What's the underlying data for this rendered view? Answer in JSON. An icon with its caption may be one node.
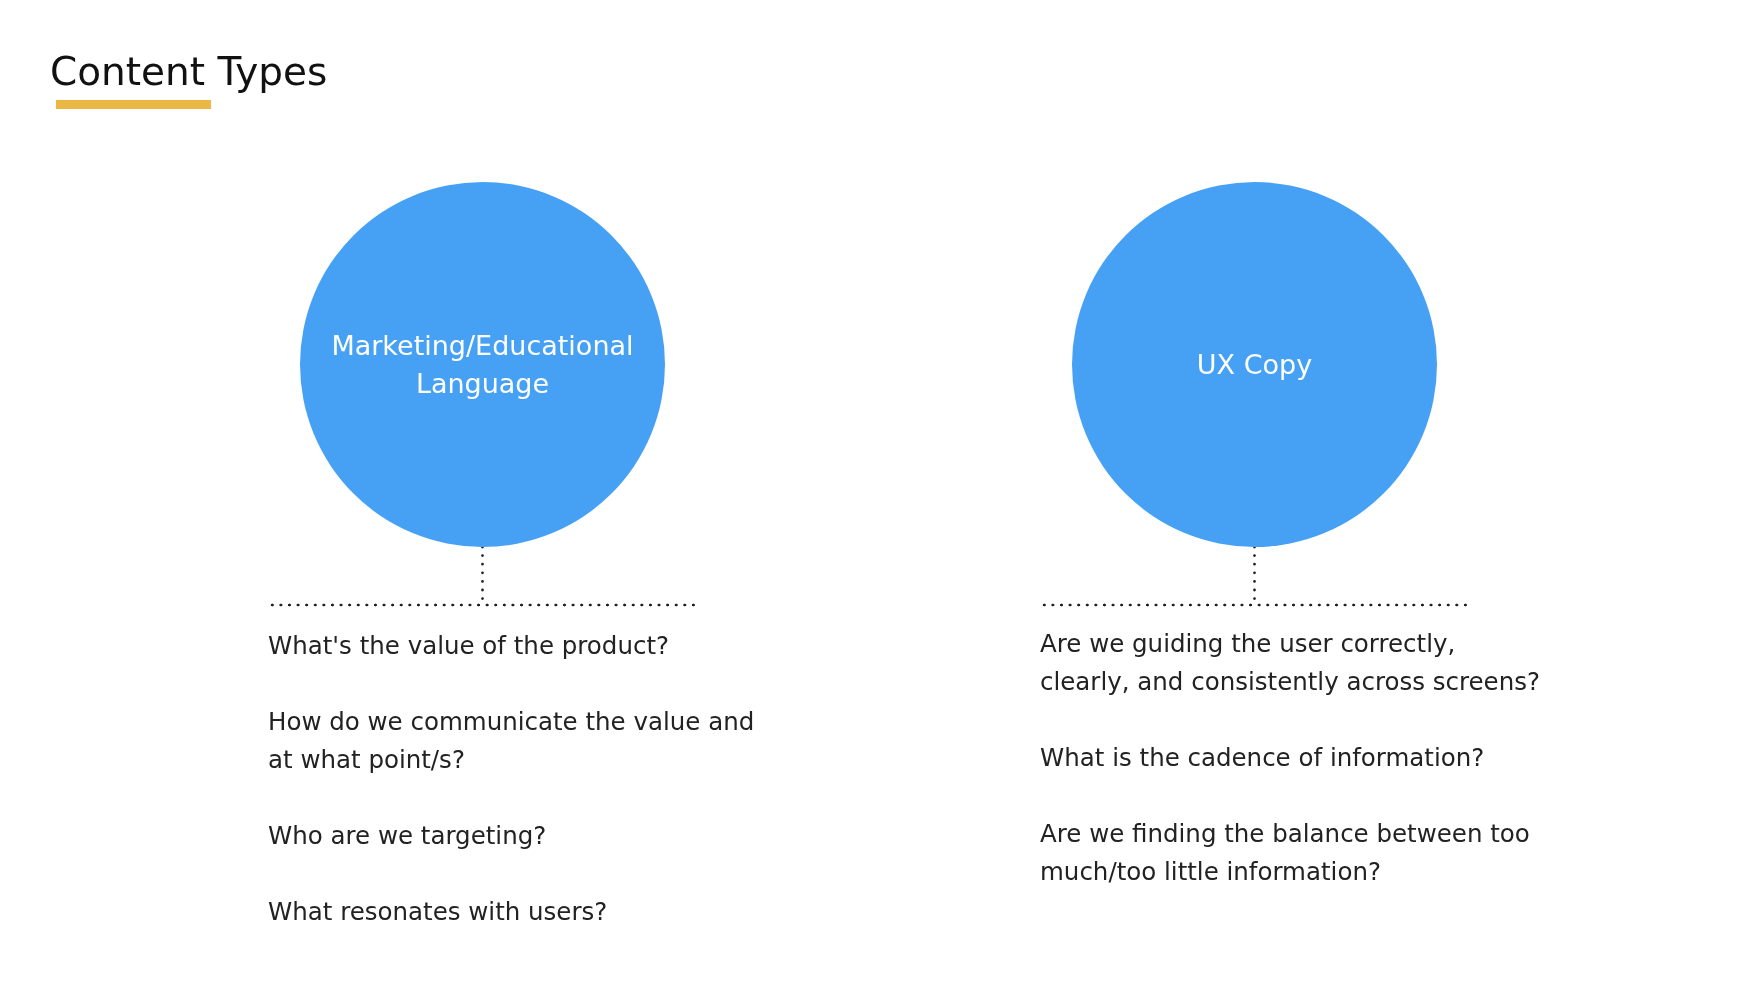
{
  "diagram": {
    "title": "Content Types",
    "nodes": [
      {
        "text": [
          "Marketing/Educational Language"
        ]
      },
      {
        "text": [
          "UX Copy"
        ]
      },
      {
        "text": [
          "What's the value of the product?",
          "How do we communicate the value and at what point/s?",
          "Who are we targeting?",
          "What resonates with users?"
        ]
      },
      {
        "text": [
          "Are we guiding the user correctly, clearly, and consistently across screens?",
          "What is the cadence of information?",
          "Are we finding the balance between too much/too little information?"
        ]
      }
    ],
    "edges": [
      {
        "from": 0,
        "to": 2,
        "arrow": "none",
        "style": "dashed"
      },
      {
        "from": 1,
        "to": 3,
        "arrow": "none",
        "style": "dashed"
      }
    ]
  }
}
